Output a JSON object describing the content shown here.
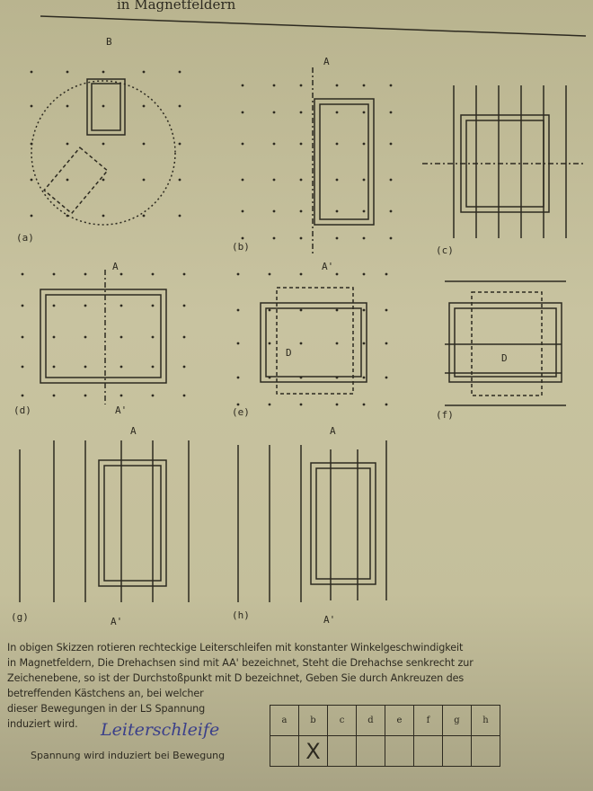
{
  "header": {
    "title": "in Magnetfeldern"
  },
  "field_label": "B",
  "sketches": {
    "a": "(a)",
    "b": "(b)",
    "c": "(c)",
    "d": "(d)",
    "e": "(e)",
    "f": "(f)",
    "g": "(g)",
    "h": "(h)"
  },
  "axis_labels": {
    "A": "A",
    "A_prime": "A'",
    "D": "D"
  },
  "instructions": [
    "In obigen Skizzen rotieren rechteckige Leiterschleifen mit konstanter Winkelgeschwindigkeit",
    "in Magnetfeldern, Die Drehachsen sind mit AA' bezeichnet, Steht die Drehachse senkrecht zur",
    "Zeichenebene, so ist der Durchstoßpunkt mit D bezeichnet, Geben Sie durch Ankreuzen des",
    "betreffenden Kästchens an, bei welcher",
    "dieser Bewegungen in der LS Spannung",
    "induziert wird."
  ],
  "handwritten_note": "Leiterschleife",
  "answer_table": {
    "row_label": "Spannung wird induziert bei Bewegung",
    "columns": [
      "a",
      "b",
      "c",
      "d",
      "e",
      "f",
      "g",
      "h"
    ],
    "marks": [
      "",
      "X",
      "",
      "",
      "",
      "",
      "",
      ""
    ]
  }
}
